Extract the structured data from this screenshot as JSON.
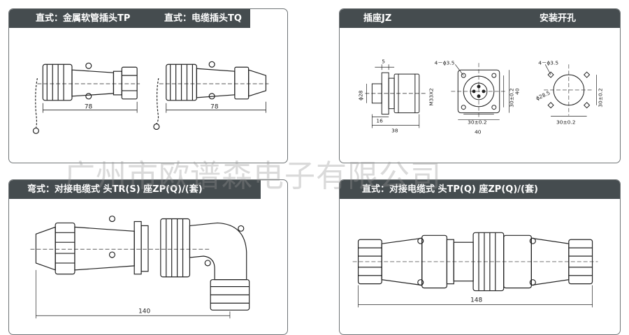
{
  "panels": {
    "tp_tq": {
      "title_left": "直式：金属软管插头TP",
      "title_right": "直式：电缆插头TQ",
      "dim_left": "78",
      "dim_right": "78"
    },
    "jz": {
      "title_left": "插座JZ",
      "title_right": "安装开孔",
      "dims": {
        "holes_a": "4－ϕ3.5",
        "d5": "5",
        "d28": "ϕ28",
        "thread": "M33X2",
        "d16": "16",
        "d38": "38",
        "h30": "30±0.2",
        "h40": "40",
        "w30": "30±0.2",
        "w40": "40",
        "holes_b": "4－ϕ3.5",
        "d285": "ϕ28.5",
        "h30b": "30±0.2",
        "w30b": "30±0.2"
      }
    },
    "tr": {
      "title": "弯式：对接电缆式 头TR(S) 座ZP(Q)/(套)",
      "dim": "140"
    },
    "tpq": {
      "title": "直式：对接电缆式 头TP(Q) 座ZP(Q)/(套)",
      "dim": "148"
    }
  },
  "watermark": "广州市欧谱森电子有限公司"
}
